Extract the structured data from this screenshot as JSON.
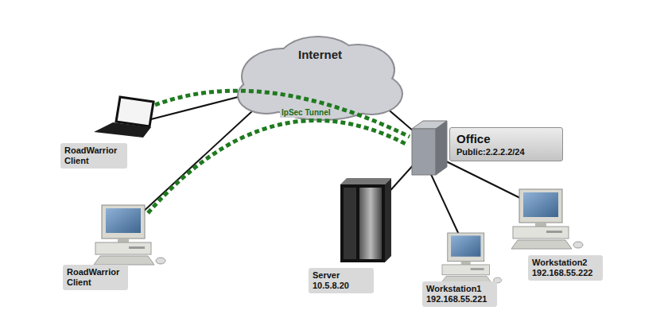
{
  "diagram": {
    "nodes": [
      {
        "text": [
          "Internet"
        ]
      },
      {
        "text": [
          "RoadWarrior Client"
        ]
      },
      {
        "text": [
          "Office",
          "Public:2.2.2.2/24"
        ]
      },
      {
        "text": [
          "RoadWarrior Client"
        ]
      },
      {
        "text": [
          "Server",
          "10.5.8.20"
        ]
      },
      {
        "text": [
          "Workstation1",
          "192.168.55.221"
        ]
      },
      {
        "text": [
          "Workstation2",
          "192.168.55.222"
        ]
      }
    ],
    "labels": [
      "IpSec Tunnel"
    ]
  }
}
